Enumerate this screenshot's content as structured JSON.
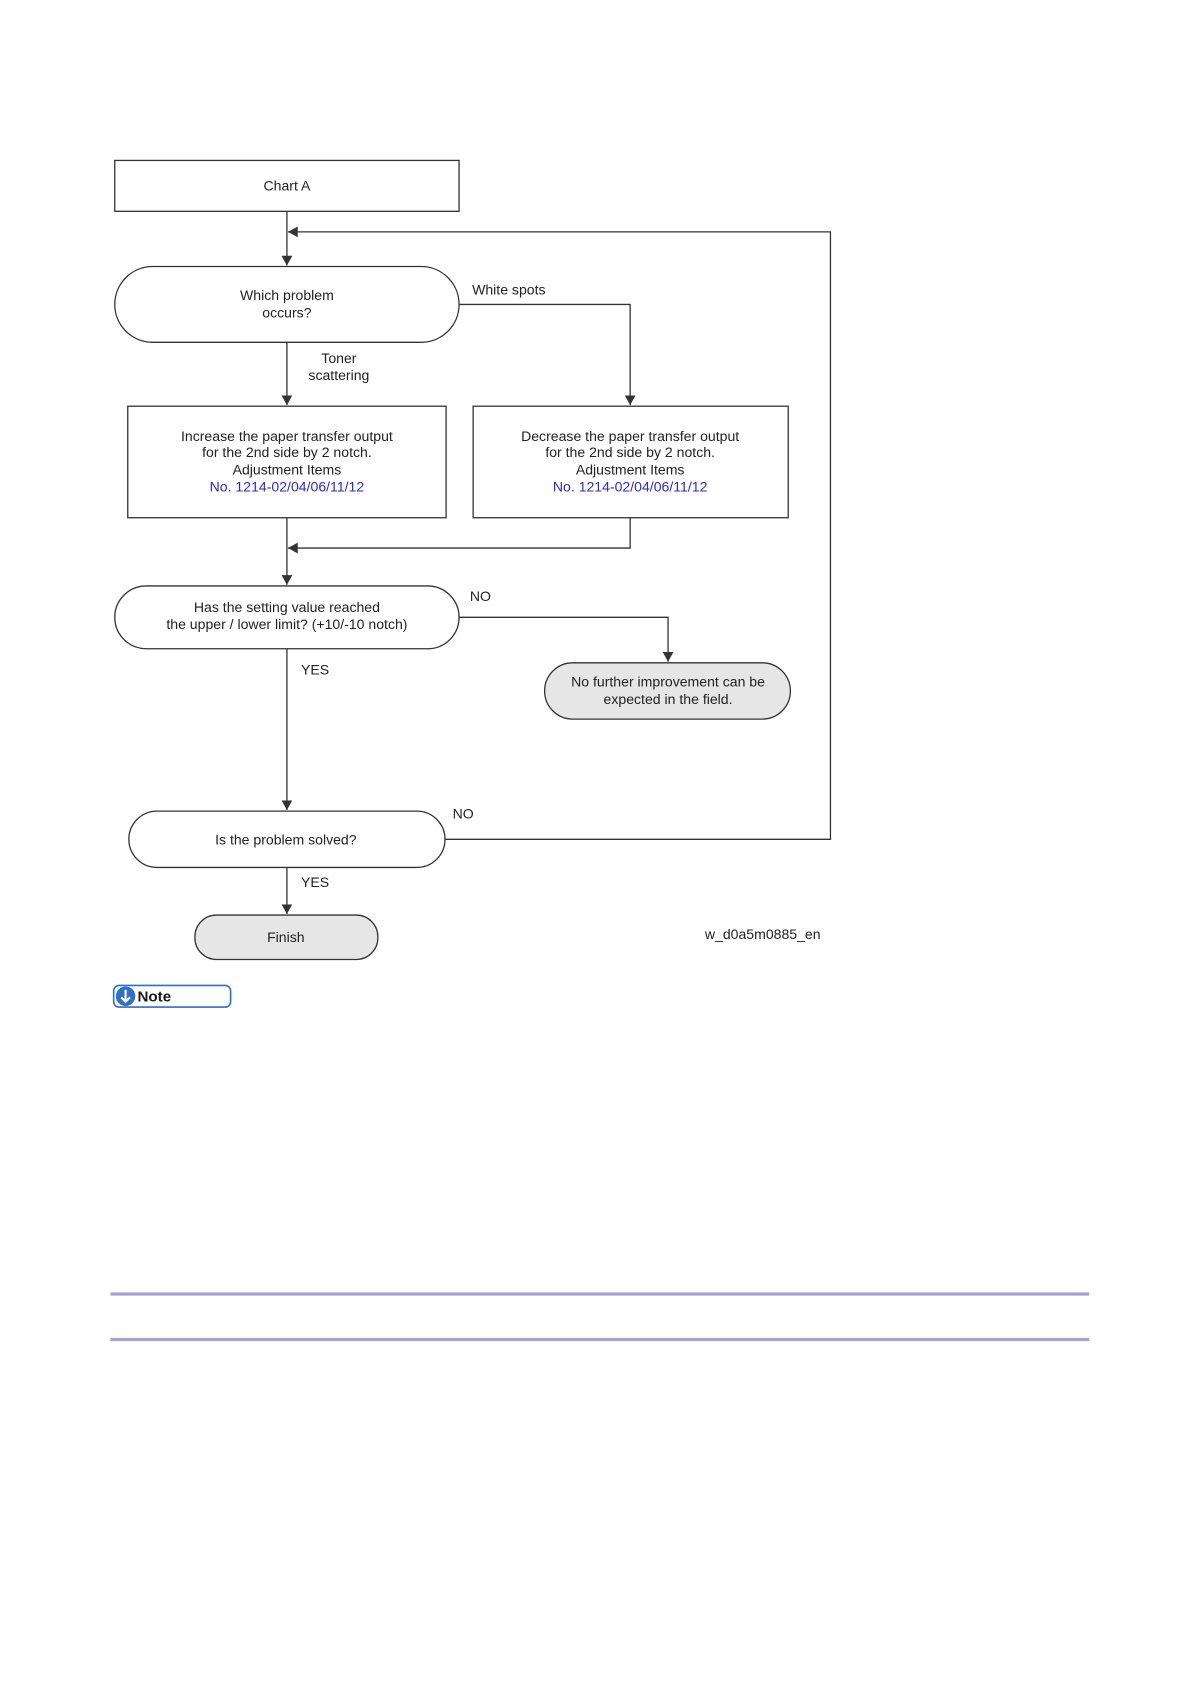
{
  "flowchart": {
    "start": "Chart A",
    "decision_problem": {
      "line1": "Which problem",
      "line2": "occurs?"
    },
    "branch_white_spots": "White spots",
    "branch_toner": {
      "line1": "Toner",
      "line2": "scattering"
    },
    "box_increase": {
      "line1": "Increase the paper transfer output",
      "line2": "for the 2nd side by 2 notch.",
      "line3": "Adjustment Items",
      "link": "No. 1214-02/04/06/11/12"
    },
    "box_decrease": {
      "line1": "Decrease the paper transfer output",
      "line2": "for the 2nd side by 2 notch.",
      "line3": "Adjustment Items",
      "link": "No. 1214-02/04/06/11/12"
    },
    "decision_limit": {
      "line1": "Has the setting value reached",
      "line2": "the upper / lower limit? (+10/-10 notch)"
    },
    "limit_no": "NO",
    "limit_yes": "YES",
    "terminal_no_improvement": {
      "line1": "No further improvement can be",
      "line2": "expected in the field."
    },
    "decision_solved": "Is the problem solved?",
    "solved_no": "NO",
    "solved_yes": "YES",
    "finish": "Finish",
    "figure_id": "w_d0a5m0885_en"
  },
  "note": {
    "label": "Note"
  },
  "colors": {
    "link": "#2b2bcc",
    "terminal_fill": "#e6e6e6",
    "note_blue": "#2f6fc6",
    "rule": "#a6a2d4"
  }
}
